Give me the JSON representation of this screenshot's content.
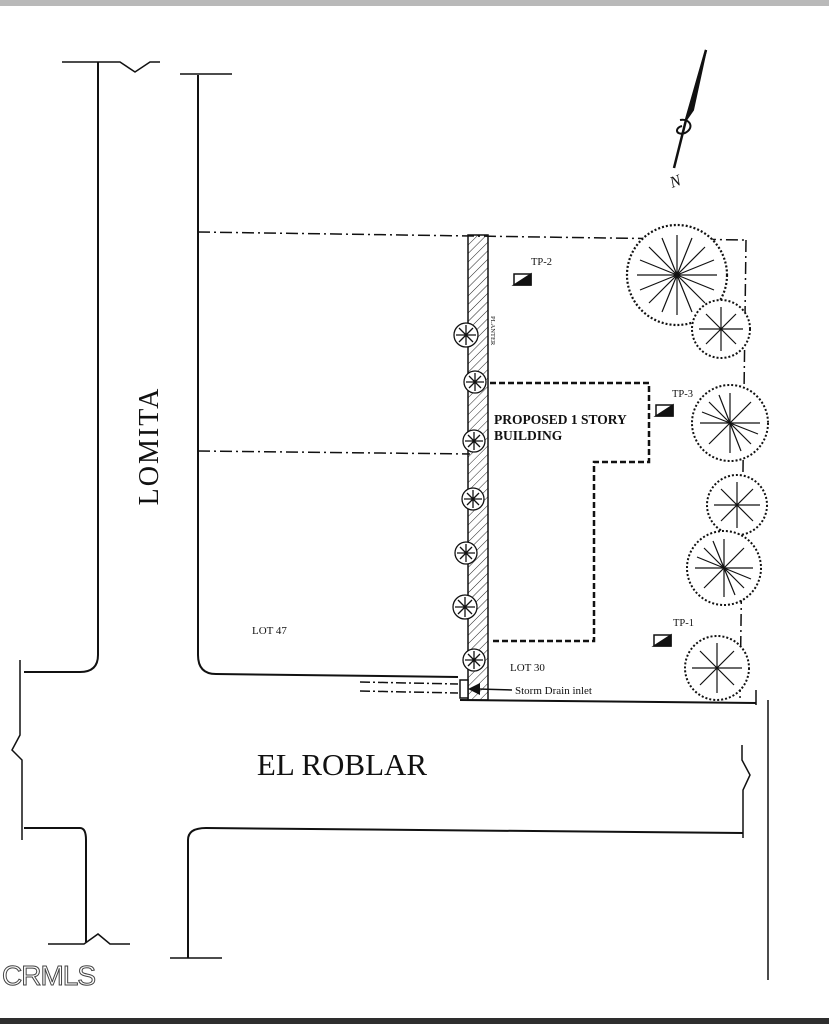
{
  "labels": {
    "street_vertical": "LOMITA",
    "street_horizontal": "EL ROBLAR",
    "building": [
      "PROPOSED 1 STORY",
      "BUILDING"
    ],
    "lot_left": "LOT 47",
    "lot_right": "LOT 30",
    "planter": "PLANTER",
    "storm_drain": "Storm Drain inlet",
    "north": "N",
    "test_pits": [
      "TP-1",
      "TP-2",
      "TP-3"
    ]
  },
  "watermark": "CRMLS",
  "colors": {
    "line": "#111111",
    "background": "#ffffff"
  }
}
